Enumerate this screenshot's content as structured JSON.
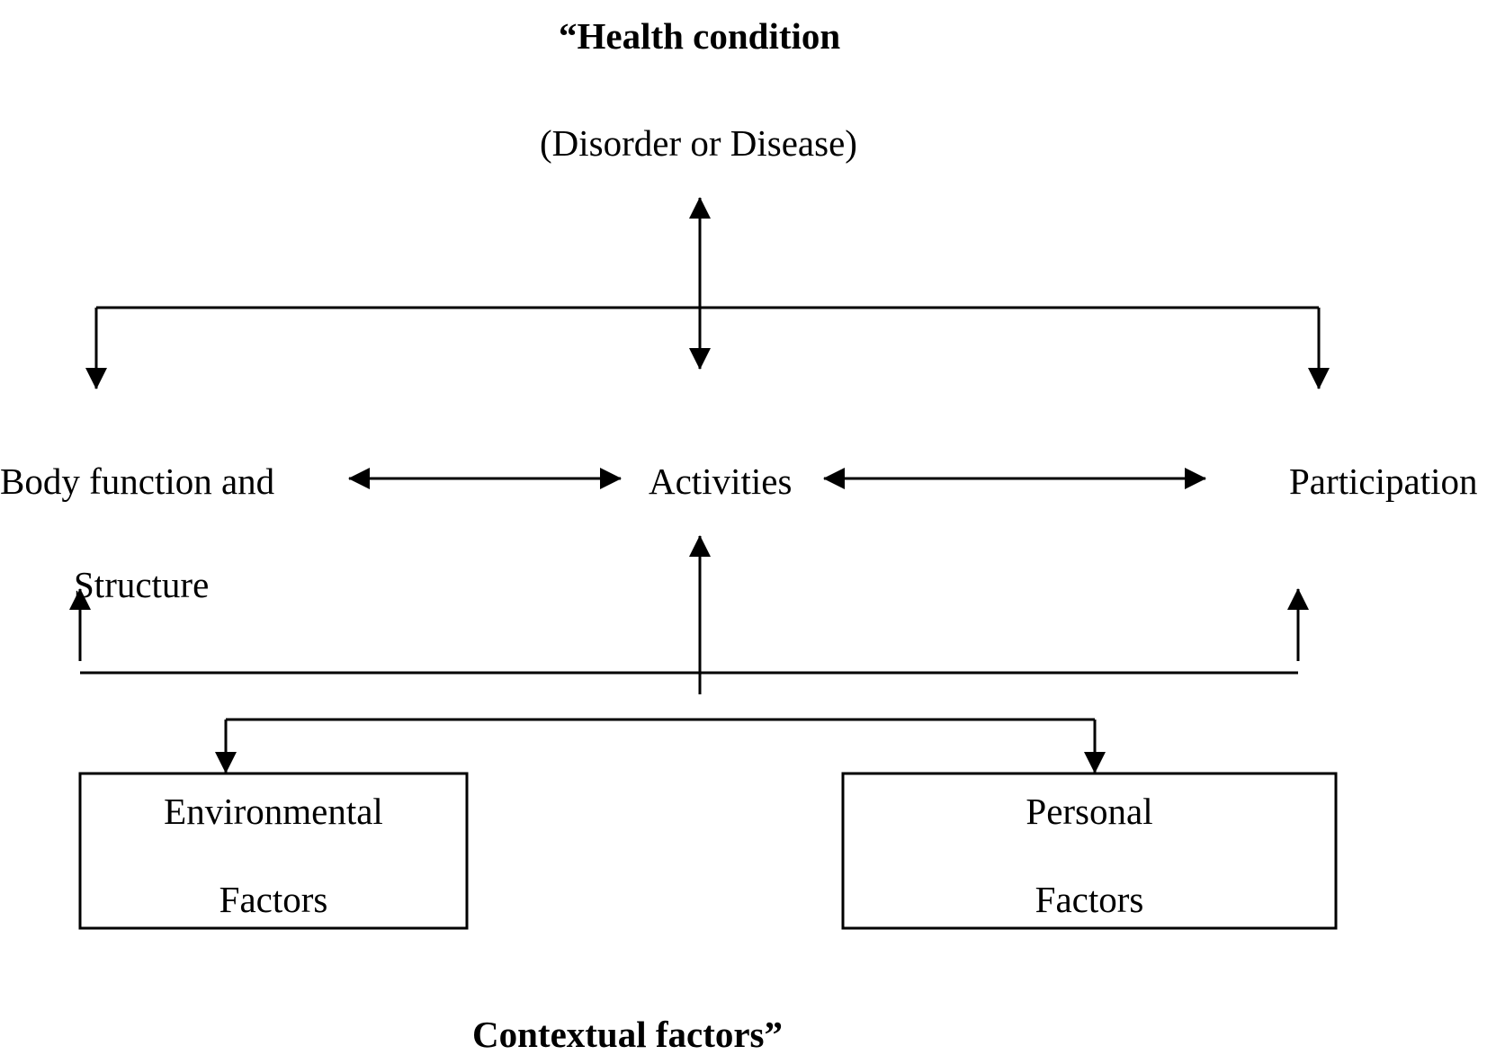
{
  "diagram": {
    "title": "“Health condition",
    "subtitle": "(Disorder or Disease)",
    "nodes": {
      "body_line1": "Body function and",
      "body_line2": "Structure",
      "activities": "Activities",
      "participation": "Participation",
      "environmental_line1": "Environmental",
      "environmental_line2": "Factors",
      "personal_line1": "Personal",
      "personal_line2": "Factors"
    },
    "footer": "Contextual factors”"
  }
}
